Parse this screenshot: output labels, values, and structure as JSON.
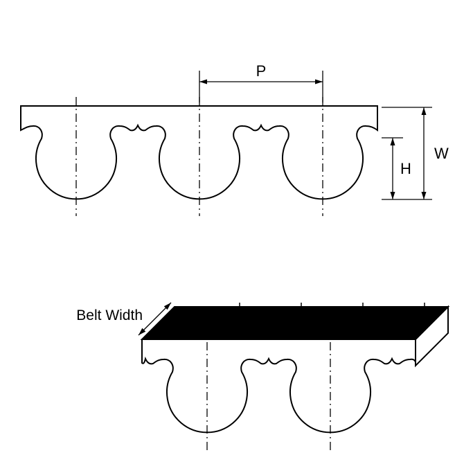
{
  "diagram": {
    "labels": {
      "pitch": "P",
      "width": "W",
      "height": "H",
      "belt_width": "Belt Width"
    },
    "colors": {
      "ink": "#000000",
      "paper": "#ffffff",
      "top_face_fill": "#000000",
      "belt_fill": "#ffffff"
    }
  }
}
